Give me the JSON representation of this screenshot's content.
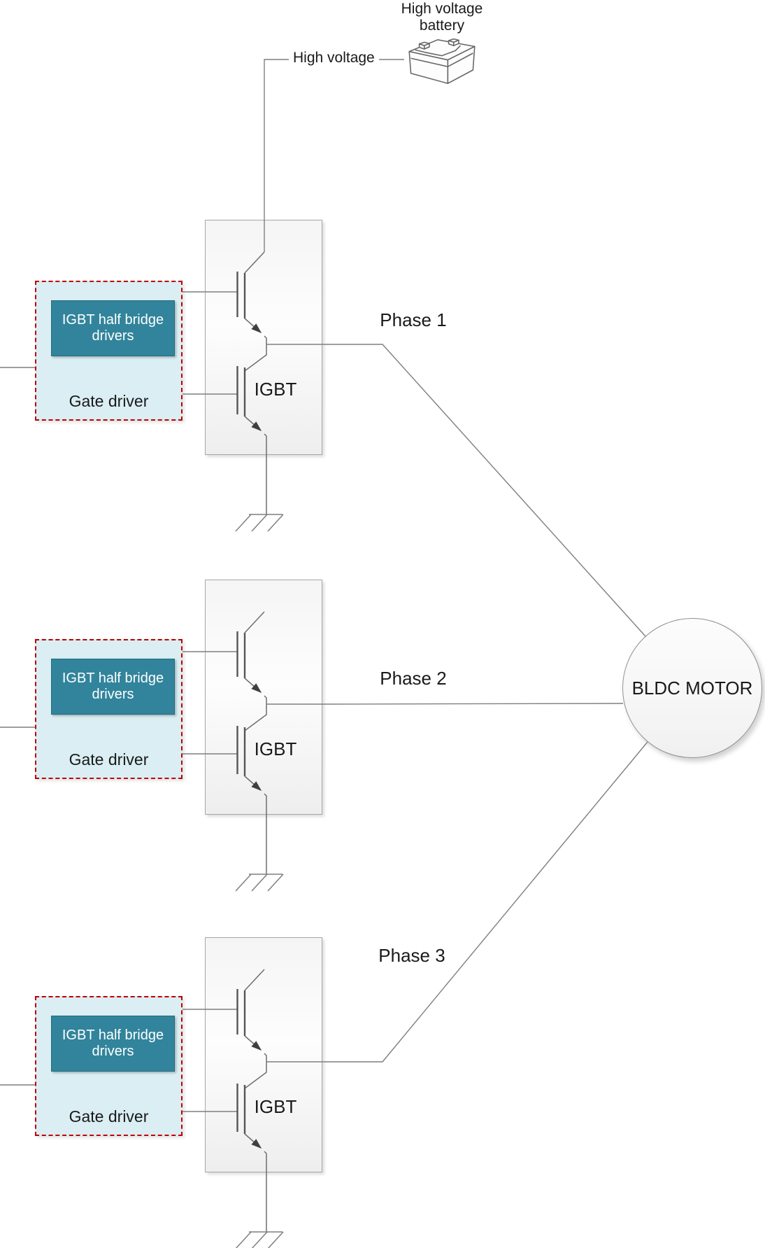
{
  "diagram": {
    "battery_title": "High voltage battery",
    "feed_label": "High voltage",
    "motor_label": "BLDC MOTOR"
  },
  "blocks": [
    {
      "chip_label": "IGBT half bridge drivers",
      "box_label": "Gate driver",
      "igbt_label": "IGBT",
      "phase_label": "Phase 1"
    },
    {
      "chip_label": "IGBT half bridge drivers",
      "box_label": "Gate driver",
      "igbt_label": "IGBT",
      "phase_label": "Phase 2"
    },
    {
      "chip_label": "IGBT half bridge drivers",
      "box_label": "Gate driver",
      "igbt_label": "IGBT",
      "phase_label": "Phase 3"
    }
  ],
  "icons": {
    "battery": "battery-icon",
    "ground": "ground-icon"
  },
  "colors": {
    "teal": "#31849B",
    "light_blue": "#DAEEF3",
    "red_border": "#C00000",
    "line_gray": "#7F7F7F",
    "symbol_dark": "#555555",
    "arrow": "#3F3F3F",
    "box_border": "#A6A6A6",
    "text": "#1A1A1A"
  }
}
